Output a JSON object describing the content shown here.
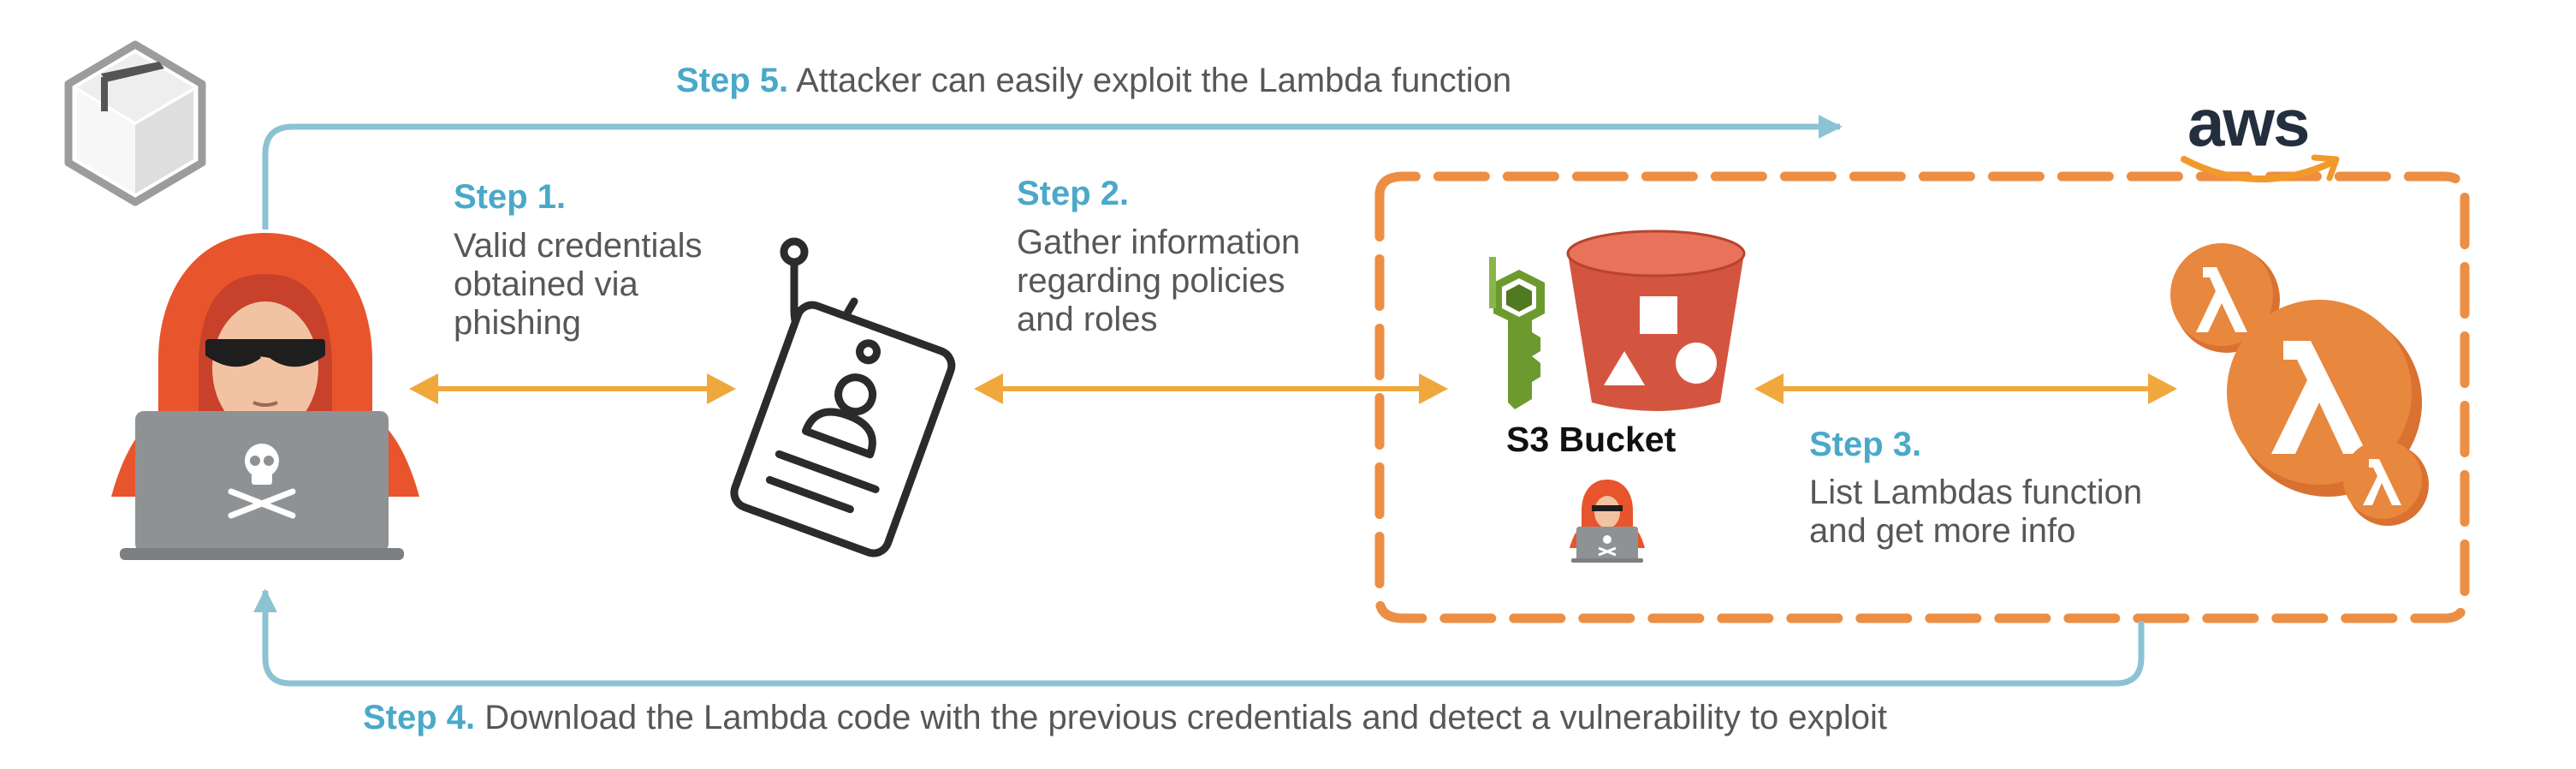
{
  "steps": {
    "s1": {
      "label": "Step 1.",
      "lines": [
        "Valid credentials",
        "obtained via",
        "phishing"
      ]
    },
    "s2": {
      "label": "Step 2.",
      "lines": [
        "Gather information",
        "regarding policies",
        "and roles"
      ]
    },
    "s3": {
      "label": "Step 3.",
      "lines": [
        "List Lambdas function",
        "and get more info"
      ]
    },
    "s4": {
      "label": "Step 4.",
      "text": " Download the Lambda code with the previous credentials and detect a vulnerability to exploit"
    },
    "s5": {
      "label": "Step 5.",
      "text": " Attacker can easily exploit the Lambda function"
    }
  },
  "bucket": {
    "label": "S3 Bucket"
  },
  "logo": {
    "aws": "aws"
  },
  "icons": {
    "box": "package-box-icon",
    "attacker": "hooded-hacker-icon",
    "hook": "phishing-hook-icon",
    "key": "iam-key-icon",
    "bucket": "s3-bucket-icon",
    "lambda": "lambda-icon"
  },
  "colors": {
    "step": "#4aa9c8",
    "text": "#575757",
    "flow_arrow": "#8cc3d3",
    "double_arrow": "#f0a83c",
    "aws_border": "#ec8e43",
    "hood": "#e8542c",
    "bucket": "#d4553f",
    "key": "#6d9a2e",
    "lambda": "#e8873e",
    "laptop": "#8f9294"
  }
}
